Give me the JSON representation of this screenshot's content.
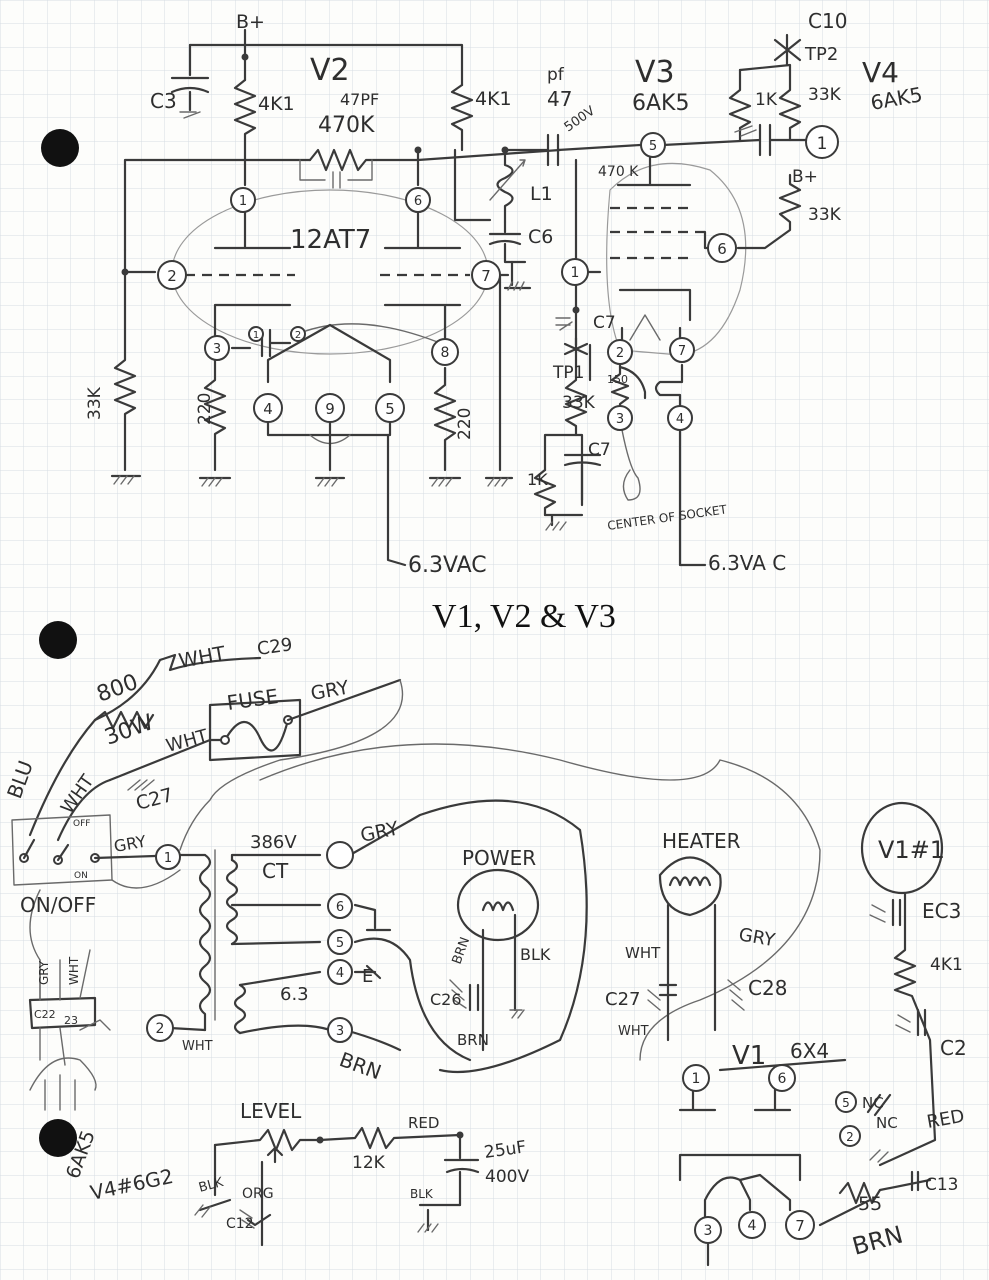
{
  "section_title": "V1, V2 & V3",
  "top": {
    "bplus": "B+",
    "v2_title": "V2",
    "v2_tube": "12AT7",
    "v3_title": "V3",
    "v3_tube": "6AK5",
    "v4_title": "V4",
    "v4_tube": "6AK5",
    "c3": "C3",
    "r_4k1_left": "4K1",
    "r_4k1_right": "4K1",
    "cap_47pf": "47PF",
    "r_470k": "470K",
    "pf": "pf",
    "pf_val": "47",
    "v500": "500V",
    "r_470k_small": "470 K",
    "l1": "L1",
    "c6": "C6",
    "c7_top": "C7",
    "c7_bot": "C7",
    "tp1": "TP1",
    "tp2": "TP2",
    "c10": "C10",
    "r_1k_top": "1K",
    "r_33k_top": "33K",
    "bplus_v4": "B+",
    "r_33k_v4": "33K",
    "r_33k_left": "33K",
    "r_33k_mid": "33K",
    "r_220_left": "220",
    "r_220_right": "220",
    "r_150": "150",
    "r_1k_bottom": "1K",
    "center_note": "CENTER OF SOCKET",
    "vac_left": "6.3VAC",
    "vac_right": "6.3VA C",
    "pins_v2": [
      "1",
      "2",
      "3",
      "4",
      "5",
      "6",
      "7",
      "8",
      "9"
    ],
    "pins_v3": [
      "1",
      "2",
      "3",
      "4",
      "5",
      "6",
      "7"
    ],
    "pin_v4": "1",
    "mini_pins": [
      "1",
      "2"
    ]
  },
  "bottom": {
    "r_800": "800",
    "wht_1": "WHT",
    "w_30": "30W",
    "c29": "C29",
    "fuse": "FUSE",
    "gry_1": "GRY",
    "blu": "BLU",
    "wht_2": "WHT",
    "wht_3": "WHT",
    "c27": "C27",
    "off": "OFF",
    "on": "ON",
    "gry_2": "GRY",
    "onoff": "ON/OFF",
    "v386": "386V",
    "ct": "CT",
    "gry_3": "GRY",
    "e_mark": "E",
    "v63": "6.3",
    "brn": "BRN",
    "wht_4": "WHT",
    "gry_4": "GRY",
    "wht_5": "WHT",
    "c22": "C22",
    "c23": "23",
    "power": "POWER",
    "brn_p": "BRN",
    "blk_p": "BLK",
    "c26": "C26",
    "brn_p2": "BRN",
    "heater": "HEATER",
    "wht_h": "WHT",
    "gry_h": "GRY",
    "c27h": "C27",
    "c28": "C28",
    "wht_h2": "WHT",
    "v1": "V1",
    "v1_tube": "6X4",
    "v1_pins": [
      "1",
      "6",
      "3",
      "4",
      "7"
    ],
    "v1n1": "V1#1",
    "ec3": "EC3",
    "r_4k1": "4K1",
    "c2": "C2",
    "nc1": "NC",
    "nc2": "NC",
    "nc_pins": [
      "5",
      "2"
    ],
    "red_r": "RED",
    "r_55": "55",
    "c13": "C13",
    "brn_r": "BRN",
    "tr_pins": [
      "1",
      "6",
      "5",
      "4",
      "3",
      "2"
    ],
    "level": "LEVEL",
    "r_12k": "12K",
    "red_b": "RED",
    "cap_25": "25uF",
    "v400": "400V",
    "blk_b1": "BLK",
    "blk_b2": "BLK",
    "org": "ORG",
    "c12": "C12",
    "sixak5": "6AK5",
    "v4g2": "V4#6G2"
  },
  "colors": {
    "ink": "#3a3a3a",
    "paper": "#fdfdfb",
    "grid": "#d7dde3",
    "binder_hole": "#111111"
  }
}
